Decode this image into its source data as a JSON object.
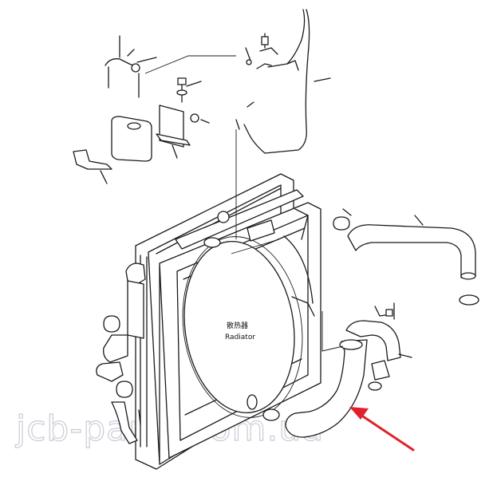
{
  "diagram": {
    "label_cn": "散热器",
    "label_en": "Radiator"
  },
  "watermark": "jcb-parts.com.ua",
  "arrow_color": "#e0202a"
}
